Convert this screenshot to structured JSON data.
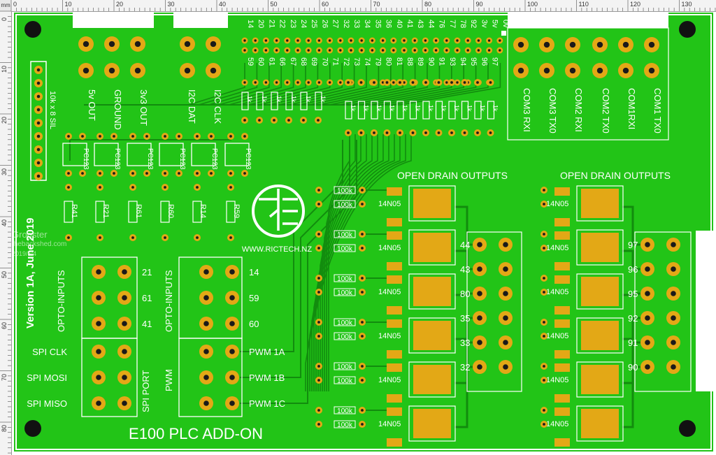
{
  "ruler": {
    "unit": "mm",
    "top_labels": [
      "0",
      "10",
      "20",
      "30",
      "40",
      "50",
      "60",
      "70",
      "80",
      "90",
      "100",
      "110",
      "120",
      "130"
    ],
    "left_labels": [
      "0",
      "10",
      "20",
      "30",
      "40",
      "50",
      "60",
      "70",
      "80"
    ]
  },
  "board": {
    "title": "E100 PLC ADD-ON",
    "version": "Version 1A, June 2019",
    "website": "WWW.RICTECH.NZ",
    "sil_label": "10k x 8 SIL",
    "top_headers": [
      "5v OUT",
      "GROUND",
      "3v3 OUT",
      "I2C DAT",
      "I2C CLK"
    ],
    "pin_numbers_top": [
      "14",
      "20",
      "21",
      "22",
      "23",
      "24",
      "25",
      "26",
      "27",
      "32",
      "33",
      "34",
      "35",
      "36",
      "40",
      "41",
      "43",
      "44",
      "76",
      "77",
      "78",
      "92",
      "3v",
      "5v",
      "0v"
    ],
    "pin_numbers_mid": [
      "59",
      "60",
      "61",
      "66",
      "67",
      "68",
      "69",
      "70",
      "71",
      "72",
      "73",
      "74",
      "79",
      "80",
      "81",
      "88",
      "89",
      "90",
      "91",
      "93",
      "94",
      "95",
      "96",
      "97"
    ],
    "com_labels": [
      "COM3 RXI",
      "COM3 TX0",
      "COM2 RXI",
      "COM2 TX0",
      "COM1RXI",
      "COM1 TX0"
    ],
    "resistor_1k": "1k",
    "optocoupler": "PC123",
    "input_resistors": [
      "R41",
      "R21",
      "R61",
      "R60",
      "R14",
      "R59"
    ],
    "left_block_label": "OPTO-INPUTS",
    "left_block_pins": [
      "21",
      "61",
      "41"
    ],
    "spi_labels": [
      "SPI CLK",
      "SPI MOSI",
      "SPI MISO"
    ],
    "spi_port": "SPI PORT",
    "right_block_label": "OPTO-INPUTS",
    "right_block_pins": [
      "14",
      "59",
      "60"
    ],
    "pwm_label": "PWM",
    "pwm_pins": [
      "PWM 1A",
      "PWM 1B",
      "PWM 1C"
    ],
    "open_drain_title": "OPEN DRAIN OUTPUTS",
    "gate_resistor": "100k",
    "mosfet": "14N05",
    "outputs_left": [
      "44",
      "43",
      "80",
      "35",
      "33",
      "32"
    ],
    "outputs_right": [
      "97",
      "96",
      "95",
      "92",
      "91",
      "90"
    ]
  },
  "watermark": {
    "line1": "Grogster",
    "line2": "thebackshed.com",
    "line3": "2019/6/4"
  },
  "colors": {
    "board": "#22c417",
    "pad": "#e3a816",
    "silk": "#ffffff",
    "copper_track": "#128c0e",
    "drill": "#1a1a1a"
  }
}
